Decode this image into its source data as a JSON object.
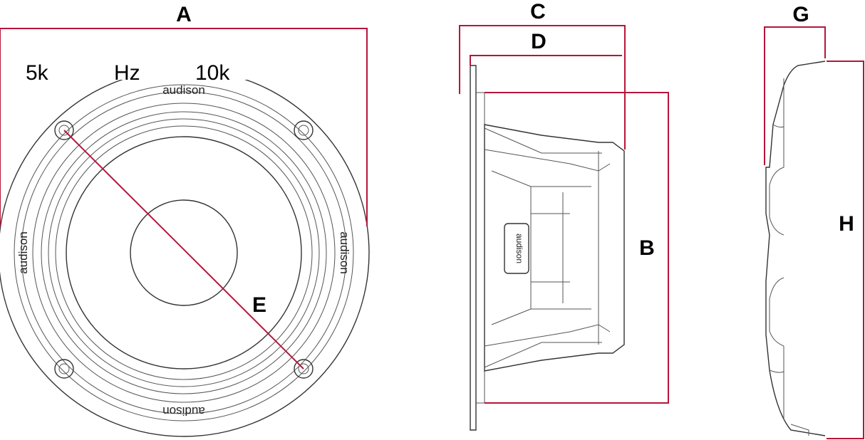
{
  "colors": {
    "dimension_line": "#b5163a",
    "outline": "#333333",
    "background": "#ffffff"
  },
  "scale_labels": [
    "5k",
    "Hz",
    "10k"
  ],
  "brand": "audison",
  "dimensions": {
    "a": "A",
    "b": "B",
    "c": "C",
    "d": "D",
    "e": "E",
    "g": "G",
    "h": "H"
  }
}
